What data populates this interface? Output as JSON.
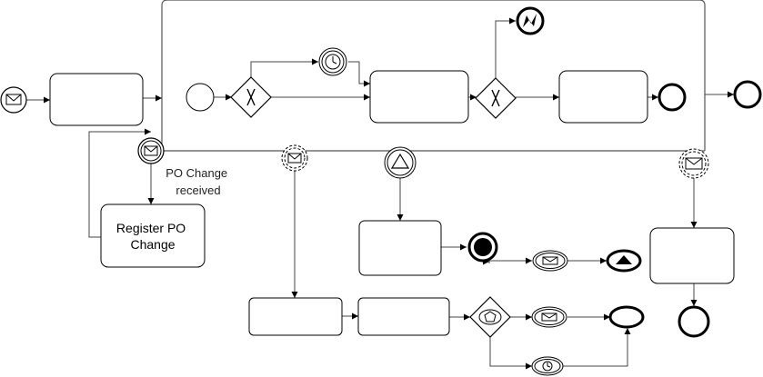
{
  "diagram": {
    "tasks": {
      "register_po_change": [
        "Register PO",
        "Change"
      ]
    },
    "events": {
      "po_change_received": [
        "PO Change",
        "received"
      ]
    }
  },
  "colors": {
    "stroke": "#000000",
    "shape_fill": "#ffffff",
    "label_text": "#222222"
  }
}
